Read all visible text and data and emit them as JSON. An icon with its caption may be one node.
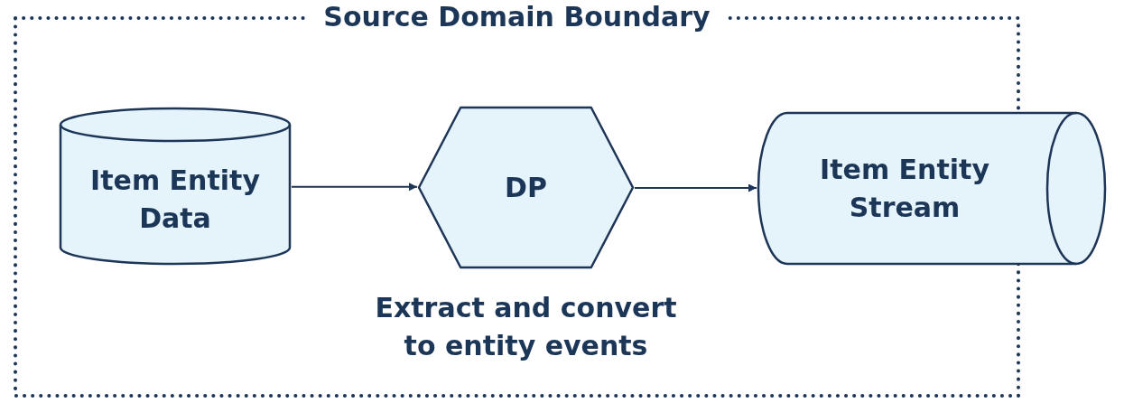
{
  "diagram": {
    "nodes": [
      {
        "text": [
          "Source Domain Boundary"
        ]
      },
      {
        "text": [
          "Item Entity Data"
        ],
        "in": 0
      },
      {
        "text": [
          "DP"
        ],
        "in": 0,
        "beside": [
          "Extract and convert to entity events"
        ]
      },
      {
        "text": [
          "Item Entity Stream"
        ]
      }
    ],
    "edges": [
      {
        "from": 1,
        "to": 2,
        "arrow": "to"
      },
      {
        "from": 2,
        "to": 3,
        "arrow": "to"
      }
    ]
  }
}
